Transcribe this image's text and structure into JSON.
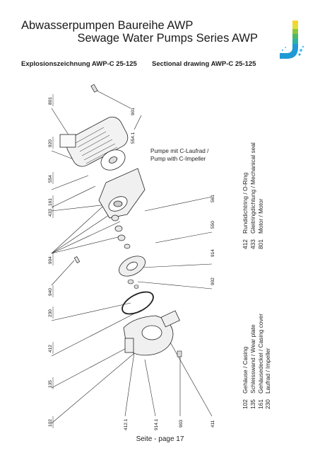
{
  "header": {
    "title_de": "Abwasserpumpen Baureihe AWP",
    "title_en": "Sewage Water Pumps Series AWP",
    "subtitle_de": "Explosionszeichnung AWP-C 25-125",
    "subtitle_en": "Sectional drawing AWP-C 25-125"
  },
  "logo": {
    "icon": "brand-logo-icon",
    "colors": [
      "#f6d52a",
      "#8cc63f",
      "#2bb3a4",
      "#1f9ad6",
      "#4fc3f7"
    ]
  },
  "caption": {
    "line1": "Pumpe mit C-Laufrad /",
    "line2": "Pump with C-Impeller"
  },
  "part_labels": [
    "801",
    "920",
    "554",
    "161",
    "433",
    "904",
    "940",
    "230",
    "412",
    "135",
    "102",
    "901",
    "554.1",
    "561",
    "550",
    "914",
    "902",
    "412.1",
    "914.1",
    "903",
    "411"
  ],
  "legend_left": [
    {
      "num": "102",
      "text": "Gehäuse / Casing"
    },
    {
      "num": "135",
      "text": "Schleisswand / Wear plate"
    },
    {
      "num": "161",
      "text": "Gehäusedeckel / Casing cover"
    },
    {
      "num": "230",
      "text": "Laufrad / Impeller"
    }
  ],
  "legend_right": [
    {
      "num": "412",
      "text": "Rundidichtring / O-Ring"
    },
    {
      "num": "433",
      "text": "Gleitringdichtung / Mechanical seal"
    },
    {
      "num": "801",
      "text": "Motor / Motor"
    }
  ],
  "footer": {
    "page": "Seite - page 17"
  }
}
